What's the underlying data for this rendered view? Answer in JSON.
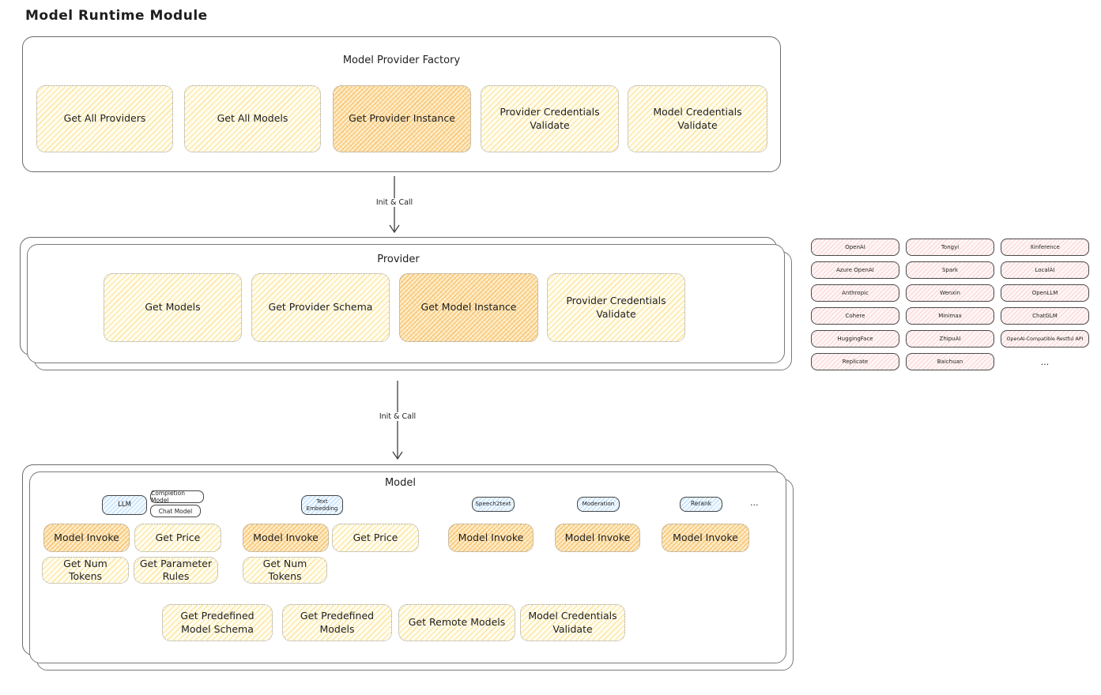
{
  "title": "Model Runtime Module",
  "arrows": {
    "init_call": "Init & Call"
  },
  "factory": {
    "title": "Model Provider Factory",
    "buttons": [
      "Get All Providers",
      "Get All Models",
      "Get Provider Instance",
      "Provider Credentials Validate",
      "Model Credentials Validate"
    ]
  },
  "provider": {
    "title": "Provider",
    "buttons": [
      "Get Models",
      "Get Provider Schema",
      "Get Model Instance",
      "Provider Credentials Validate"
    ]
  },
  "providers_list": {
    "col1": [
      "OpenAI",
      "Azure OpenAI",
      "Anthropic",
      "Cohere",
      "HuggingFace",
      "Replicate"
    ],
    "col2": [
      "Tongyi",
      "Spark",
      "Wenxin",
      "Minimax",
      "ZhipuAI",
      "Baichuan"
    ],
    "col3": [
      "Xinference",
      "LocalAI",
      "OpenLLM",
      "ChatGLM",
      "OpenAI-Compatible Restful API"
    ],
    "more": "..."
  },
  "model": {
    "title": "Model",
    "types": {
      "llm": "LLM",
      "completion": "Completion Model",
      "chat": "Chat Model",
      "text_embedding": "Text Embedding",
      "speech2text": "Speech2text",
      "moderation": "Moderation",
      "rerank": "Rerank",
      "more": "..."
    },
    "actions": {
      "model_invoke": "Model Invoke",
      "get_price": "Get Price",
      "get_num_tokens": "Get Num Tokens",
      "get_parameter_rules": "Get Parameter Rules",
      "get_predefined_model_schema": "Get Predefined Model Schema",
      "get_predefined_models": "Get Predefined Models",
      "get_remote_models": "Get Remote Models",
      "model_credentials_validate": "Model Credentials Validate"
    }
  },
  "colors": {
    "ink": "#1e1e1e",
    "yellow_hatch": "#ffec99",
    "orange_hatch": "#f7b955",
    "blue_hatch": "#a5d8ff",
    "pink_hatch": "#ffc9c9",
    "container_border": "#6b6b6b"
  }
}
